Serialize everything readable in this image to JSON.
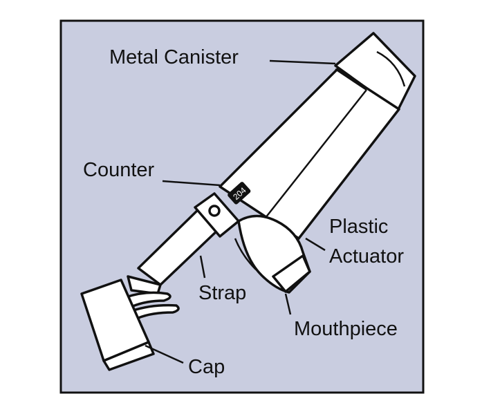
{
  "diagram": {
    "background_color": "#c9cde0",
    "labels": {
      "metal_canister": "Metal Canister",
      "counter": "Counter",
      "plastic": "Plastic",
      "actuator": "Actuator",
      "strap": "Strap",
      "mouthpiece": "Mouthpiece",
      "cap": "Cap"
    },
    "counter_value": "204"
  }
}
